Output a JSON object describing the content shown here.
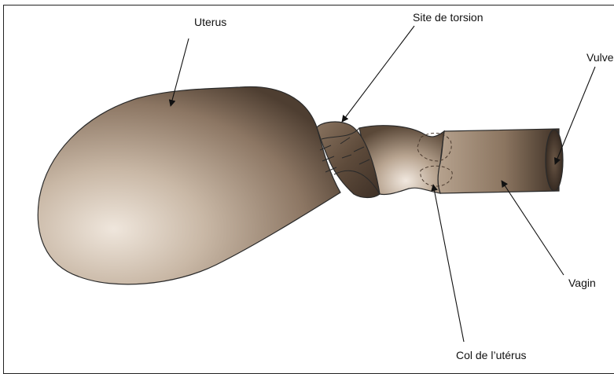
{
  "labels": {
    "uterus": "Uterus",
    "torsion_site": "Site de torsion",
    "vulva": "Vulve",
    "vagina": "Vagin",
    "cervix": "Col de l’utérus"
  },
  "colors": {
    "organ_light": "#e9ddcf",
    "organ_mid": "#a8927c",
    "organ_dark": "#4a3a2e",
    "outline": "#2a2a2a"
  }
}
